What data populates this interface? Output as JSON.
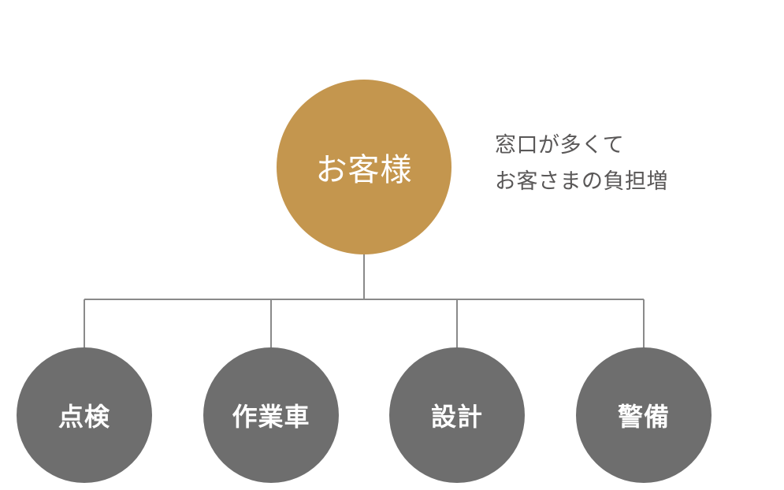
{
  "diagram": {
    "root": {
      "label": "お客様",
      "color": "#c4964e"
    },
    "note": {
      "lines": [
        "窓口が多くて",
        "お客さまの負担増"
      ],
      "color": "#595757"
    },
    "children": [
      {
        "label": "点検"
      },
      {
        "label": "作業車"
      },
      {
        "label": "設計"
      },
      {
        "label": "警備"
      }
    ],
    "child_color": "#6e6e6e",
    "connector_color": "#8a8a8a"
  }
}
